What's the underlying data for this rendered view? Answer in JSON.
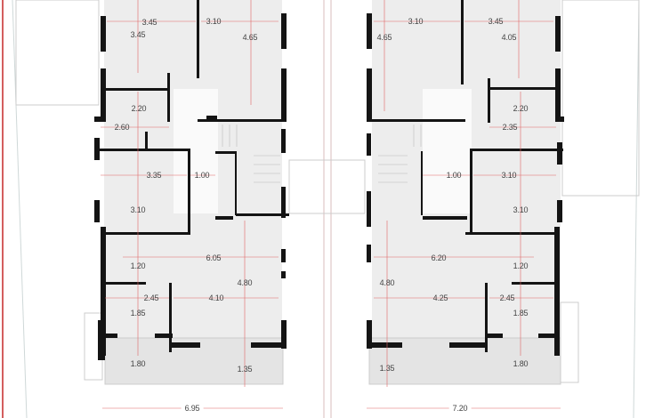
{
  "colors": {
    "wall": "#141414",
    "floor": "#ebebeb",
    "dimension_line": "#d9534f",
    "frame": "#c62828"
  },
  "left_unit": {
    "dimensions": [
      "3.45",
      "3.45",
      "3.10",
      "4.65",
      "2.20",
      "2.60",
      "3.35",
      "1.00",
      "3.10",
      "6.05",
      "1.20",
      "4.80",
      "2.45",
      "4.10",
      "1.85",
      "1.80",
      "1.35"
    ],
    "overall_width": "6.95"
  },
  "right_unit": {
    "dimensions": [
      "3.10",
      "3.45",
      "4.65",
      "4.05",
      "2.20",
      "2.35",
      "1.00",
      "3.10",
      "3.10",
      "6.20",
      "1.20",
      "4.80",
      "4.25",
      "2.45",
      "1.85",
      "1.35",
      "1.80"
    ],
    "overall_width": "7.20"
  }
}
